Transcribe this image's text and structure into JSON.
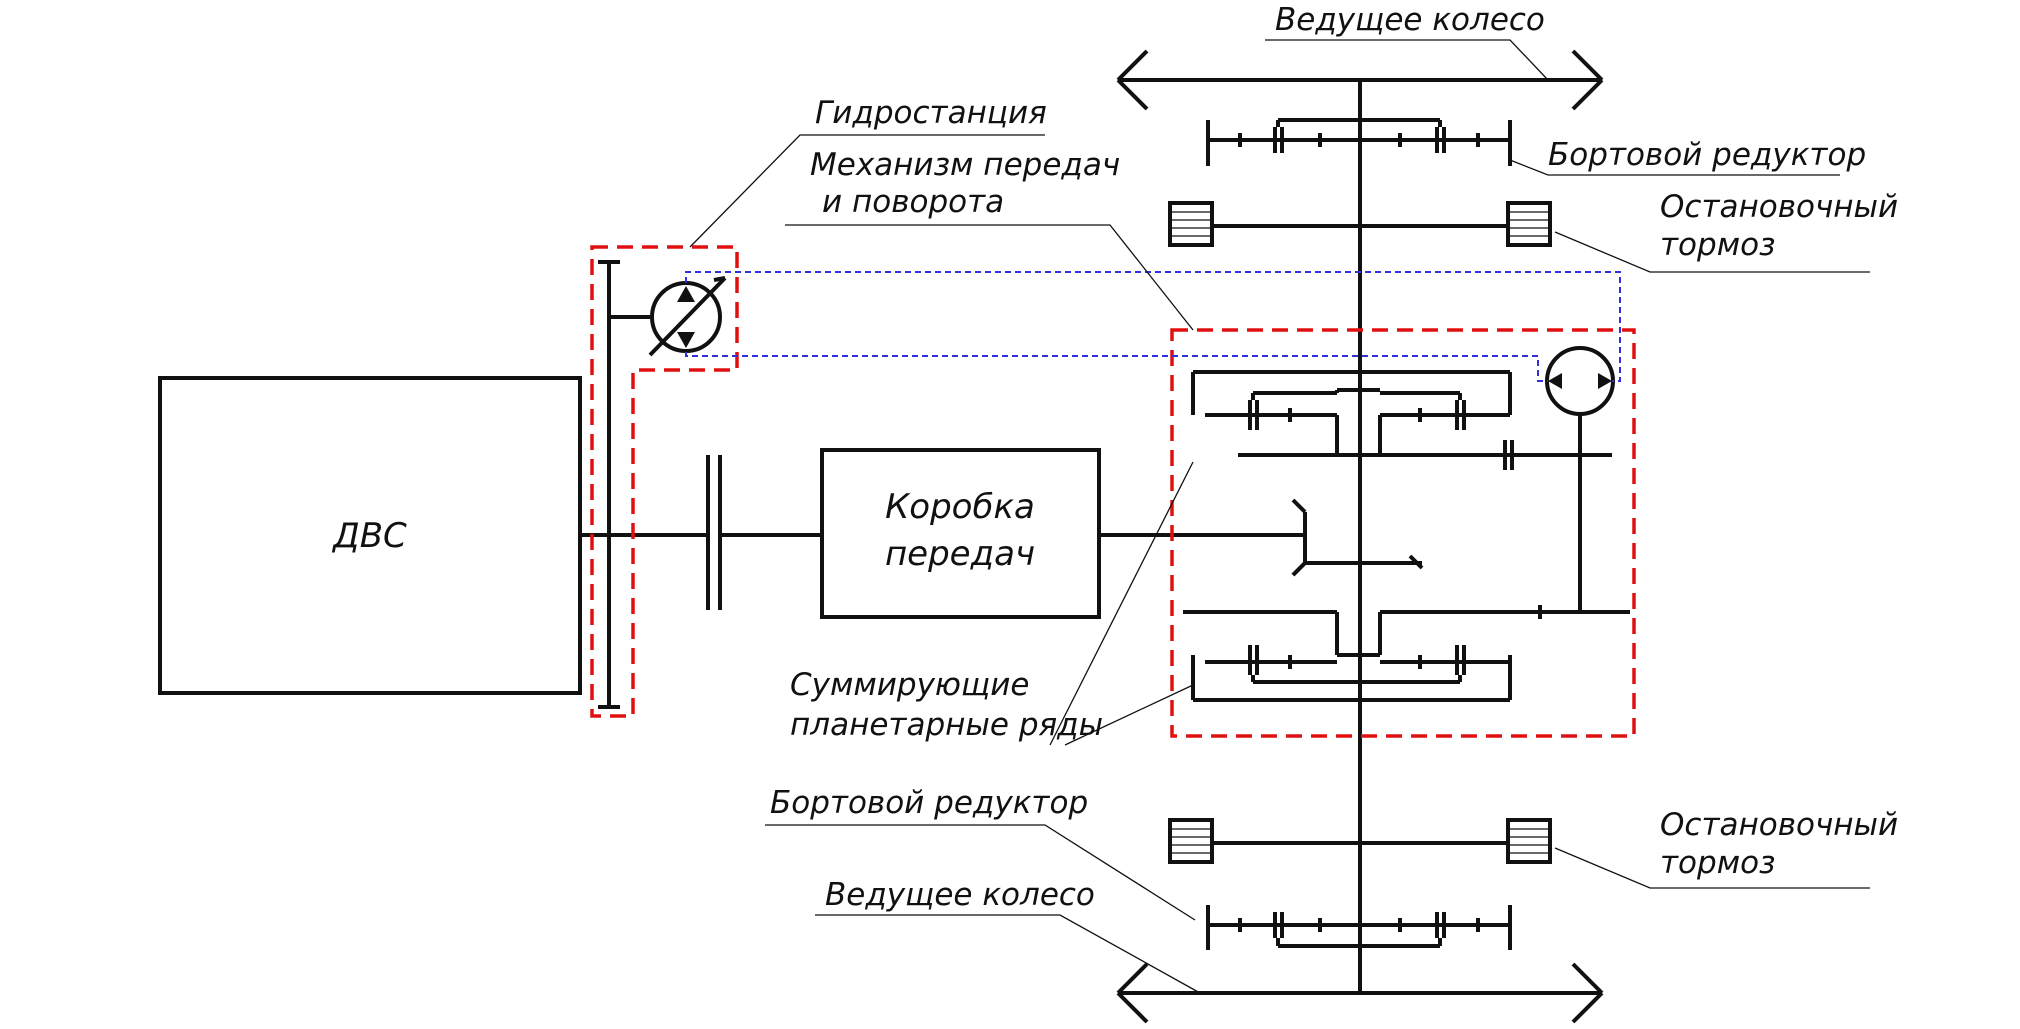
{
  "labels": {
    "wheel_top": "Ведущее колесо",
    "hydro_station": "Гидростанция",
    "steering_mechanism_1": "Механизм передач",
    "steering_mechanism_2": "и поворота",
    "final_drive_top": "Бортовой редуктор",
    "brake_top_1": "Остановочный",
    "brake_top_2": "тормоз",
    "engine": "ДВС",
    "gearbox_1": "Коробка",
    "gearbox_2": "передач",
    "planetary_1": "Суммирующие",
    "planetary_2": "планетарные ряды",
    "final_drive_bottom": "Бортовой редуктор",
    "brake_bottom_1": "Остановочный",
    "brake_bottom_2": "тормоз",
    "wheel_bottom": "Ведущее колесо"
  },
  "colors": {
    "line": "#111111",
    "boundary": "#e01010",
    "hydraulic": "#3030e0"
  }
}
